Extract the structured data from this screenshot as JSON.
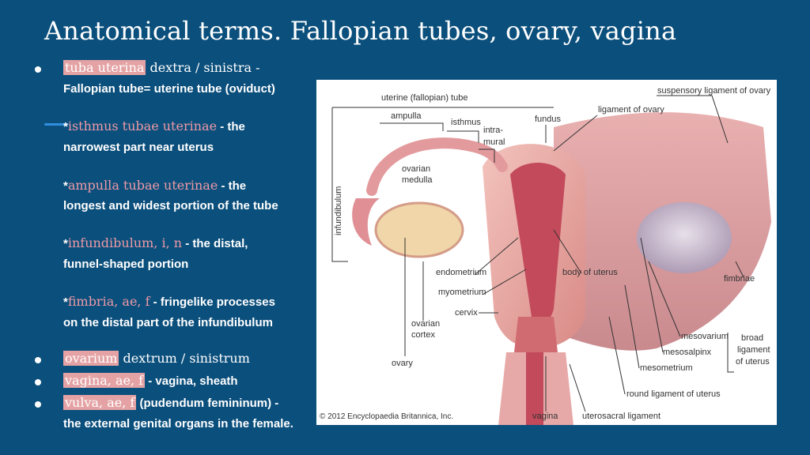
{
  "title": "Anatomical terms. Fallopian tubes, ovary, vagina",
  "notes": {
    "b1_term": "tuba uterina",
    "b1_rest": " dextra / sinistra -",
    "b1_line2": "Fallopian tube= uterine tube (oviduct)",
    "isthmus_prefix": "*",
    "isthmus_term": "isthmus tubae uterinae",
    "isthmus_rest": " - the",
    "isthmus_line2": "narrowest part near uterus",
    "ampulla_prefix": "*",
    "ampulla_term": "ampulla tubae uterinae",
    "ampulla_rest": " - the",
    "ampulla_line2": "longest and widest portion of the tube",
    "infund_prefix": "*",
    "infund_term": "infundibulum, i, n",
    "infund_rest": " - the distal,",
    "infund_line2": "funnel-shaped portion",
    "fimbria_prefix": "*",
    "fimbria_term": "fimbria, ae, f",
    "fimbria_rest": " - fringelike processes",
    "fimbria_line2": "on the distal part of the infundibulum",
    "ovarium_term": "ovarium",
    "ovarium_rest": " dextrum / sinistrum",
    "vagina_term": "vagina, ae, f",
    "vagina_rest": " - vagina, sheath",
    "vulva_term": "vulva, ae, f",
    "vulva_rest": " (pudendum femininum) -",
    "vulva_line2": "the external genital organs in the female."
  },
  "figure": {
    "labels": {
      "suspensory": "suspensory ligament of ovary",
      "uterine_tube": "uterine (fallopian) tube",
      "ampulla": "ampulla",
      "isthmus": "isthmus",
      "intramural_1": "intra-",
      "intramural_2": "mural",
      "fundus": "fundus",
      "ligament_ovary": "ligament of ovary",
      "ovarian_medulla_1": "ovarian",
      "ovarian_medulla_2": "medulla",
      "infundibulum": "infundibulum",
      "endometrium": "endometrium",
      "myometrium": "myometrium",
      "cervix": "cervix",
      "ovarian_cortex_1": "ovarian",
      "ovarian_cortex_2": "cortex",
      "ovary": "ovary",
      "body_uterus": "body of uterus",
      "fimbriae": "fimbriae",
      "mesovarium": "mesovarium",
      "mesosalpinx": "mesosalpinx",
      "mesometrium": "mesometrium",
      "broad_1": "broad",
      "broad_2": "ligament",
      "broad_3": "of uterus",
      "round_ligament": "round ligament of uterus",
      "vagina": "vagina",
      "uterosacral": "uterosacral ligament",
      "copyright": "© 2012 Encyclopaedia Britannica, Inc."
    }
  },
  "colors": {
    "background": "#0b4f7c",
    "highlight": "#e4a2a4",
    "pink_text": "#ef9aa6",
    "accent_dash": "#2f8fde"
  }
}
